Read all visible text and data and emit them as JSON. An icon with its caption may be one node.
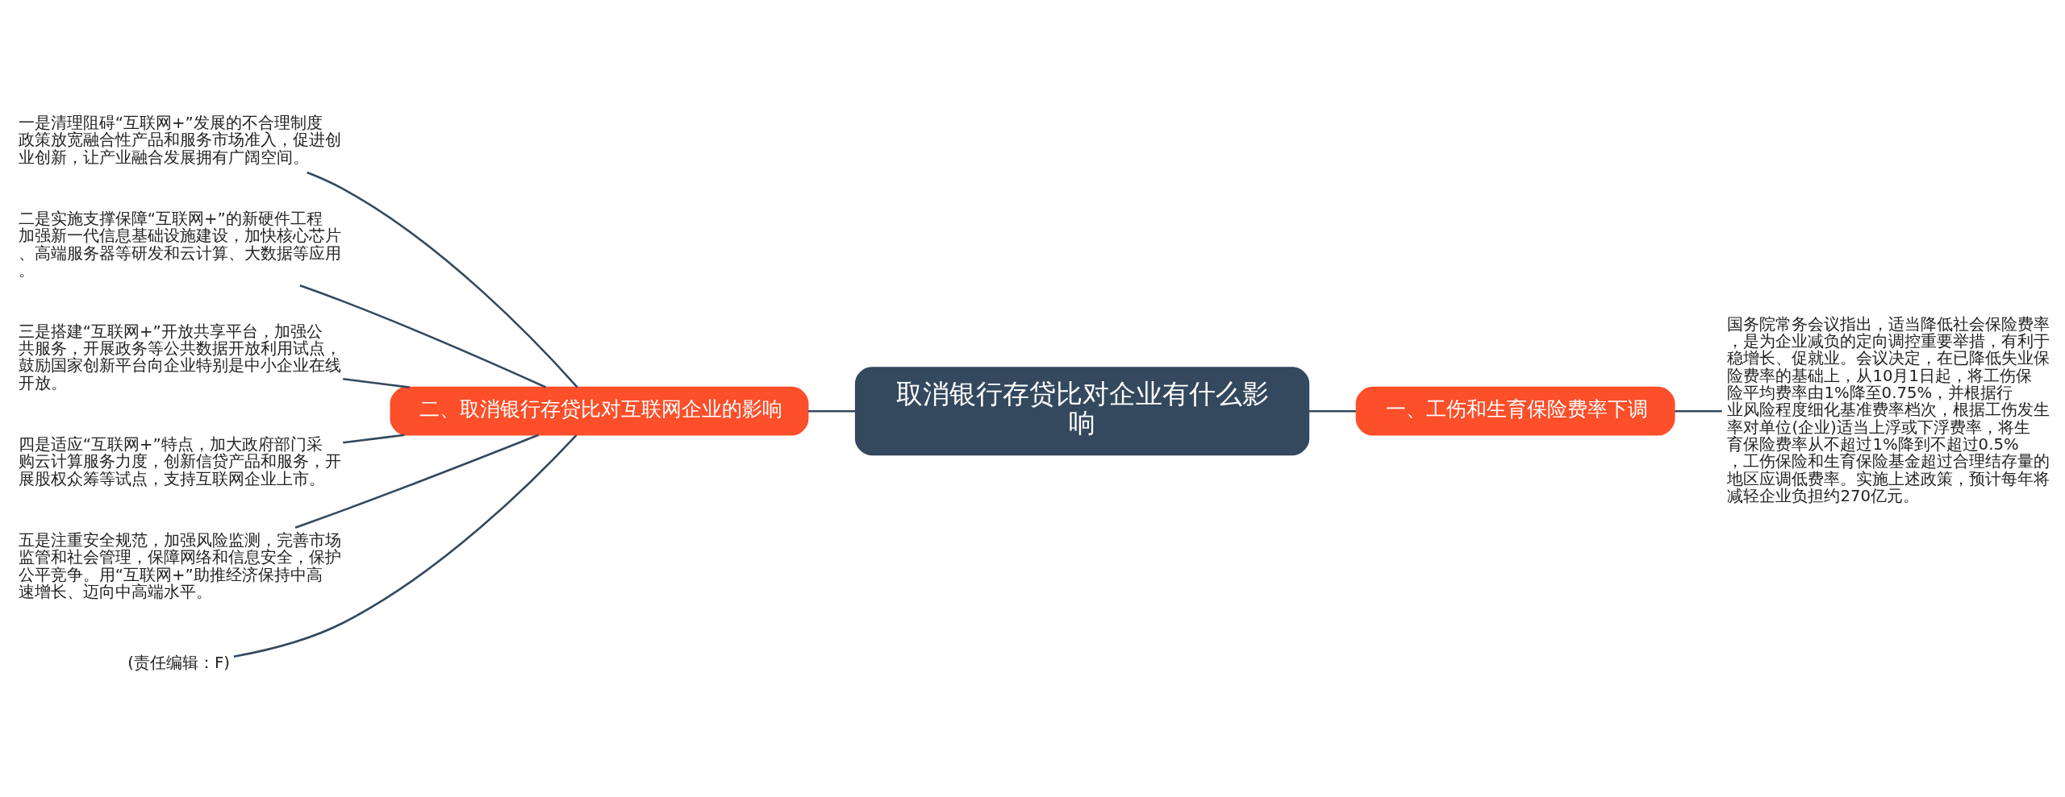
{
  "diagram": {
    "nodes": [
      {
        "text": [
          "取消银行存贷比对企业有什么影响"
        ]
      },
      {
        "text": [
          "一、工伤和生育保险费率下调"
        ]
      },
      {
        "text": [
          "国务院常务会议指出，适当降低社会保险费率，是为企业减负的定向调控重要举措，有利于稳增长、促就业。会议决定，在已降低失业保险费率的基础上，从10月1日起，将工伤保险平均费率由1%降至0.75%，并根据行业风险程度细化基准费率档次，根据工伤发生率对单位(企业)适当上浮或下浮费率，将生育保险费率从不超过1%降到不超过0.5%，工伤保险和生育保险基金超过合理结存量的地区应调低费率。实施上述政策，预计每年将减轻企业负担约270亿元。"
        ]
      },
      {
        "text": [
          "二、取消银行存贷比对互联网企业的影响"
        ]
      },
      {
        "text": [
          "一是清理阻碍“互联网+”发展的不合理制度政策放宽融合性产品和服务市场准入，促进创业创新，让产业融合发展拥有广阔空间。"
        ]
      },
      {
        "text": [
          "二是实施支撑保障“互联网+”的新硬件工程加强新一代信息基础设施建设，加快核心芯片、高端服务器等研发和云计算、大数据等应用。"
        ]
      },
      {
        "text": [
          "三是搭建“互联网+”开放共享平台，加强公共服务，开展政务等公共数据开放利用试点，鼓励国家创新平台向企业特别是中小企业在线开放。"
        ]
      },
      {
        "text": [
          "四是适应“互联网+”特点，加大政府部门采购云计算服务力度，创新信贷产品和服务，开展股权众筹等试点，支持互联网企业上市。"
        ]
      },
      {
        "text": [
          "五是注重安全规范，加强风险监测，完善市场监管和社会管理，保障网络和信息安全，保护公平竞争。用“互联网+”助推经济保持中高速增长、迈向中高端水平。"
        ]
      },
      {
        "text": [
          "(责任编辑：F)"
        ]
      }
    ],
    "edges": [
      {
        "from": 0,
        "to": 1,
        "arrow": "none"
      },
      {
        "from": 1,
        "to": 2,
        "arrow": "none"
      },
      {
        "from": 0,
        "to": 3,
        "arrow": "none"
      },
      {
        "from": 3,
        "to": 4,
        "arrow": "none"
      },
      {
        "from": 3,
        "to": 5,
        "arrow": "none"
      },
      {
        "from": 3,
        "to": 6,
        "arrow": "none"
      },
      {
        "from": 3,
        "to": 7,
        "arrow": "none"
      },
      {
        "from": 3,
        "to": 8,
        "arrow": "none"
      },
      {
        "from": 3,
        "to": 9,
        "arrow": "none"
      }
    ]
  }
}
